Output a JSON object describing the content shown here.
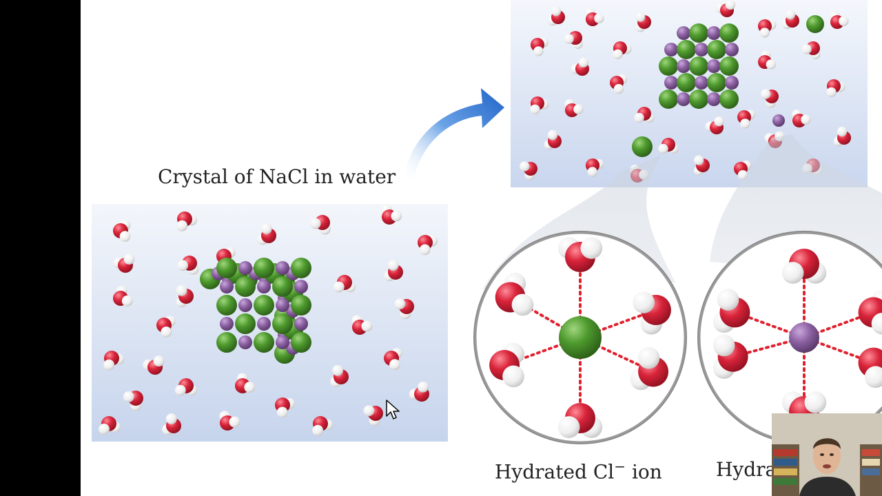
{
  "slide": {
    "crystal_label": "Crystal of NaCl in water",
    "hydrated_cl_label_base": "Hydrated Cl",
    "hydrated_cl_label_sup": "−",
    "hydrated_cl_label_tail": "ion",
    "hydrated_na_label_partial": "Hydra"
  },
  "colors": {
    "chloride": "#4e9a2e",
    "sodium": "#8a5fa0",
    "oxygen": "#d9243a",
    "hydrogen": "#f2f2f2",
    "water_bg_top": "#f3f6fb",
    "water_bg_bottom": "#c6d4ec",
    "arrow": "#2a6fcf",
    "bond": "#e0202e"
  },
  "icons": {
    "cursor": "mouse-pointer-icon",
    "webcam": "presenter-webcam"
  }
}
